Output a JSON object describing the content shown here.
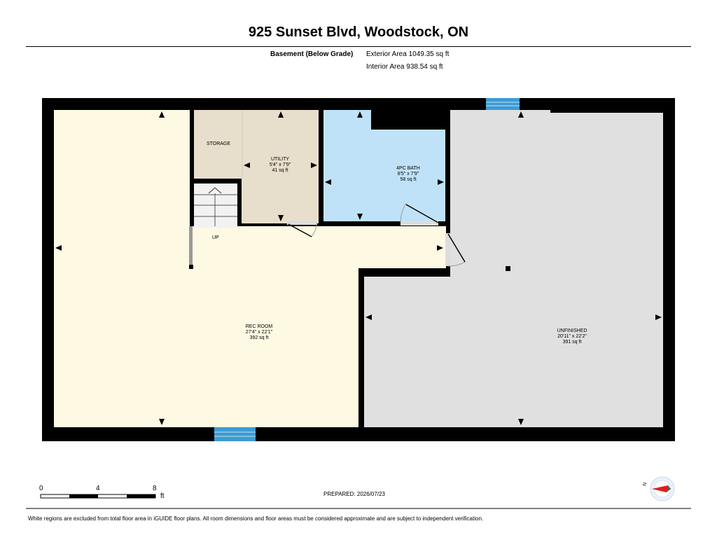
{
  "header": {
    "address": "925 Sunset Blvd, Woodstock, ON",
    "level_name": "Basement (Below Grade)",
    "exterior_area": "Exterior Area 1049.35 sq ft",
    "interior_area": "Interior Area 938.54 sq ft"
  },
  "rooms": {
    "storage": {
      "name": "STORAGE"
    },
    "utility": {
      "name": "UTILITY",
      "dims": "5'4\" x 7'9\"",
      "area": "41 sq ft"
    },
    "bath": {
      "name": "4PC BATH",
      "dims": "8'5\" x 7'9\"",
      "area": "58 sq ft"
    },
    "rec": {
      "name": "REC ROOM",
      "dims": "27'4\" x 22'1\"",
      "area": "392 sq ft"
    },
    "unfinished": {
      "name": "UNFINISHED",
      "dims": "20'11\" x 22'2\"",
      "area": "391 sq ft"
    }
  },
  "stairs": {
    "label": "UP"
  },
  "colors": {
    "rec": "#fdf9e3",
    "utility": "#e8decc",
    "bath": "#c0e2f8",
    "unfinished": "#e0e0e0",
    "window": "#3d9bd3",
    "wall": "#000000",
    "compass_needle": "#e31b1b"
  },
  "scale_bar": {
    "labels": [
      "0",
      "4",
      "8"
    ],
    "unit": "ft"
  },
  "prepared": "PREPARED: 2026/07/23",
  "disclaimer": "White regions are excluded from total floor area in iGUIDE floor plans. All room dimensions and floor areas must be considered approximate and are subject to independent verification.",
  "compass": {
    "north_label": "N",
    "icon": "compass-icon"
  }
}
